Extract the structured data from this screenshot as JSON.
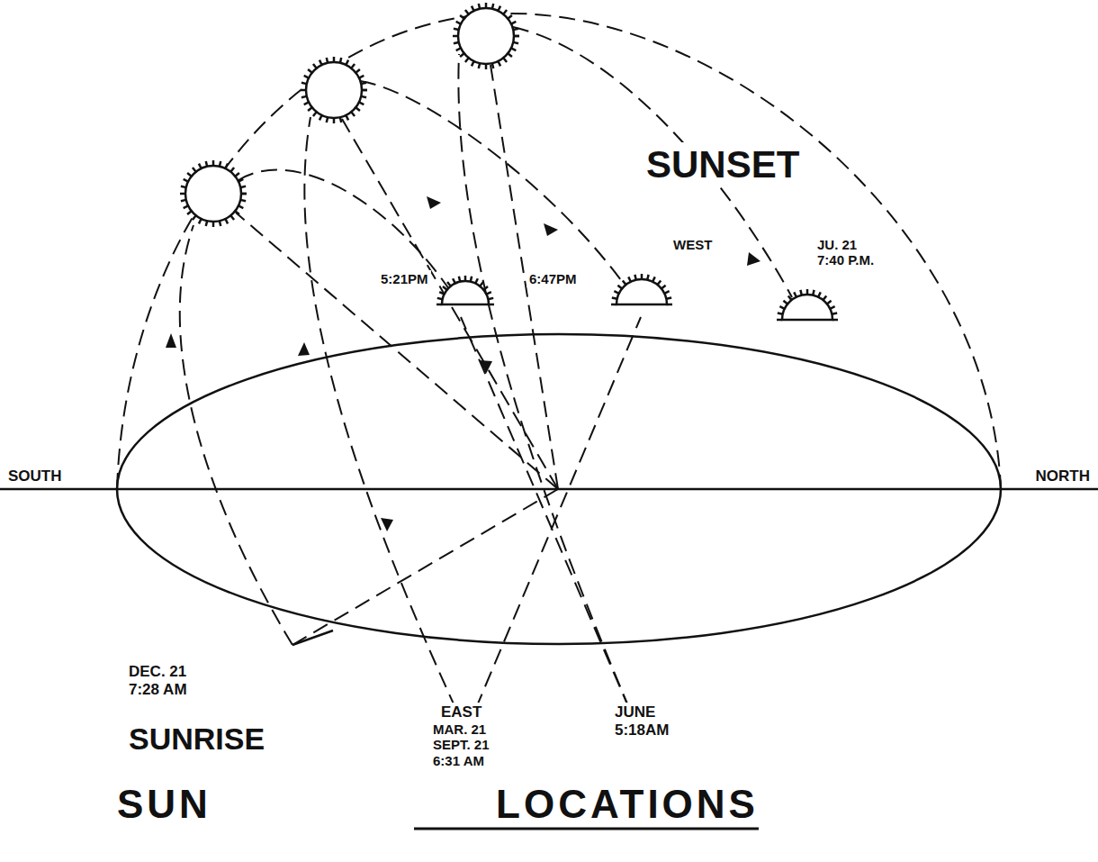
{
  "diagram": {
    "title": "SUN LOCATIONS",
    "labels": [
      "SUNSET",
      "5:21PM",
      "6:47PM",
      "WEST",
      "JU. 21 7:40 P.M.",
      "SOUTH",
      "NORTH",
      "DEC. 21 7:28 AM",
      "EAST",
      "MAR. 21 SEPT. 21 6:31 AM",
      "JUNE 5:18AM",
      "SUNRISE"
    ]
  }
}
